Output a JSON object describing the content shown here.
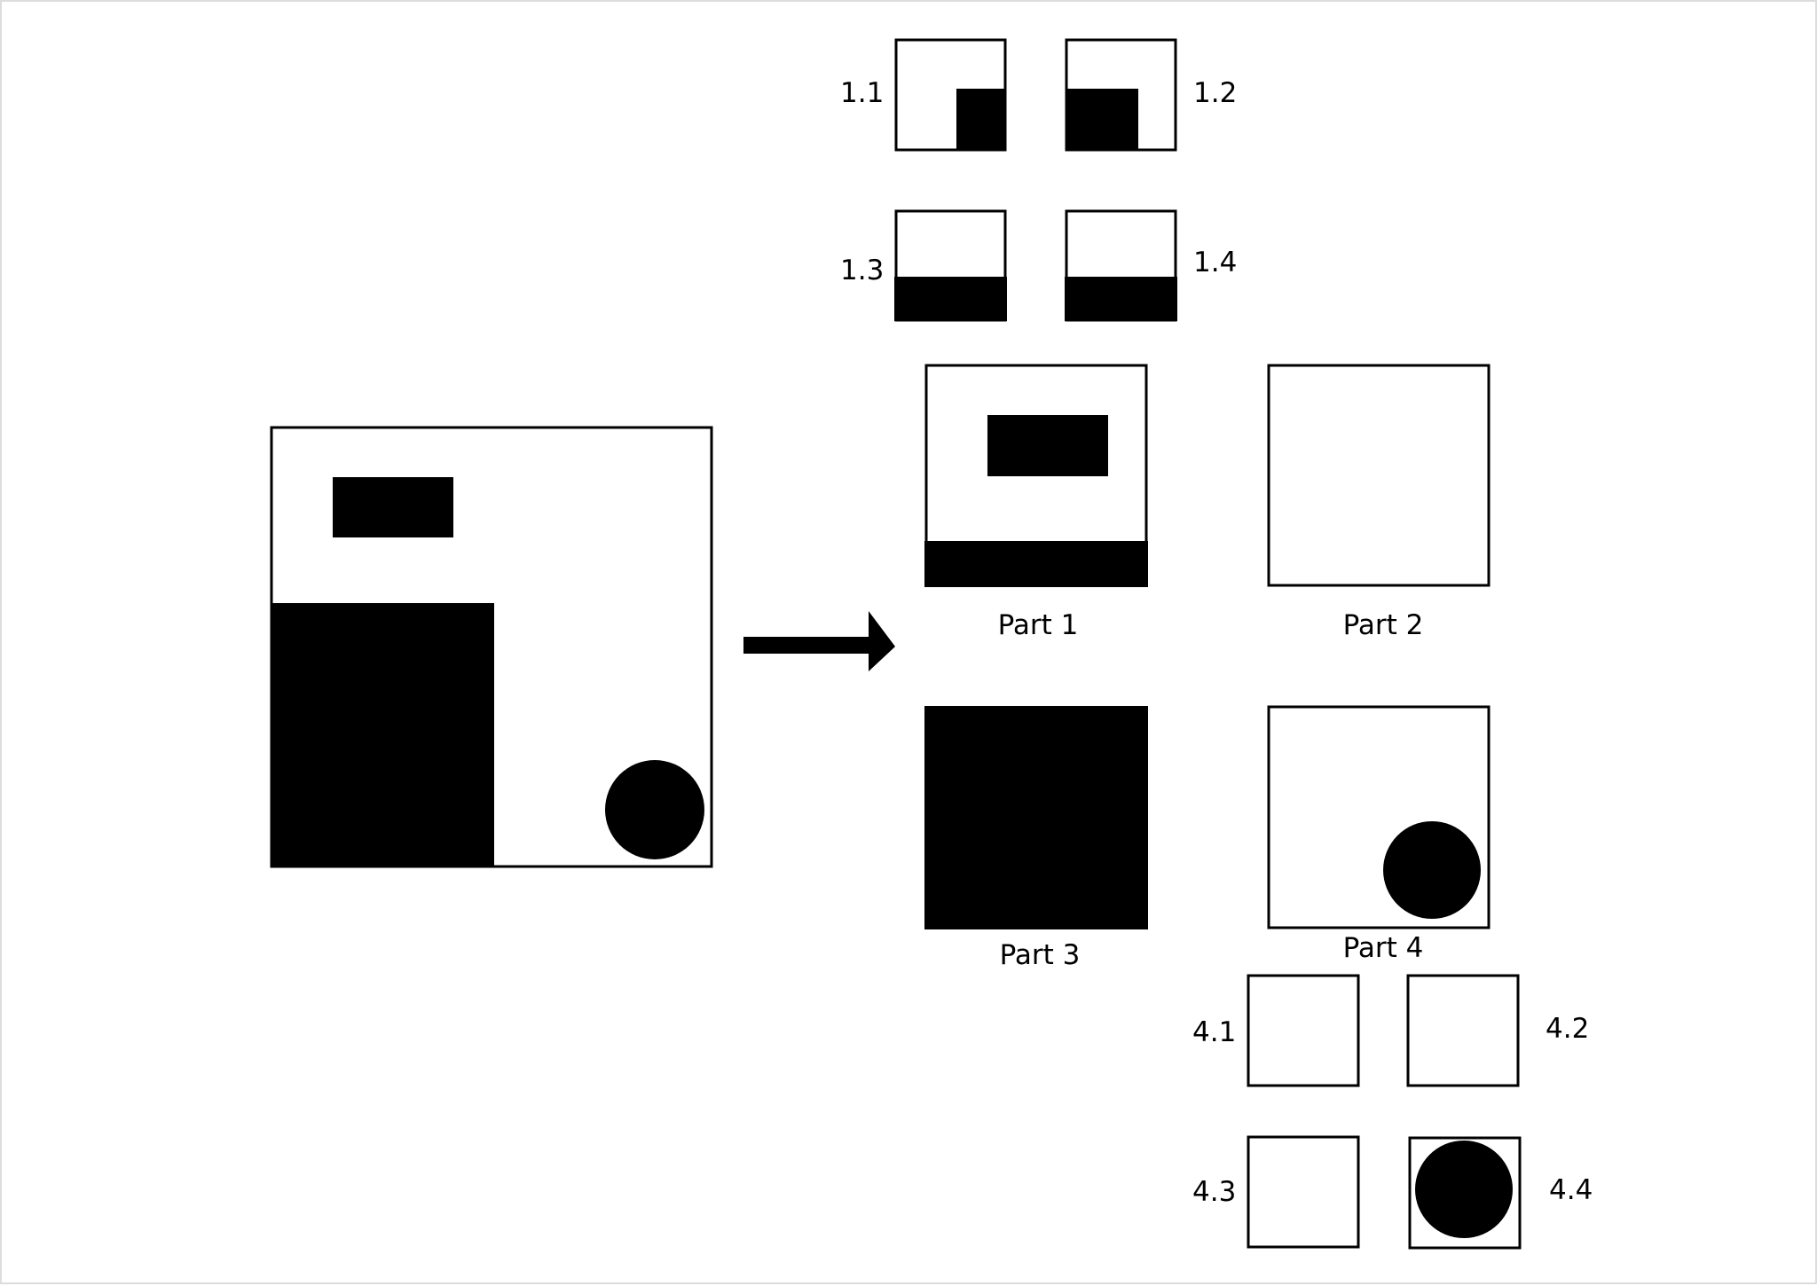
{
  "colors": {
    "ink": "#000000",
    "paper": "#ffffff",
    "page_border": "#dcdcdc"
  },
  "labels": {
    "q1_1": "1.1",
    "q1_2": "1.2",
    "q1_3": "1.3",
    "q1_4": "1.4",
    "part1": "Part 1",
    "part2": "Part 2",
    "part3": "Part 3",
    "part4": "Part 4",
    "q4_1": "4.1",
    "q4_2": "4.2",
    "q4_3": "4.3",
    "q4_4": "4.4"
  }
}
